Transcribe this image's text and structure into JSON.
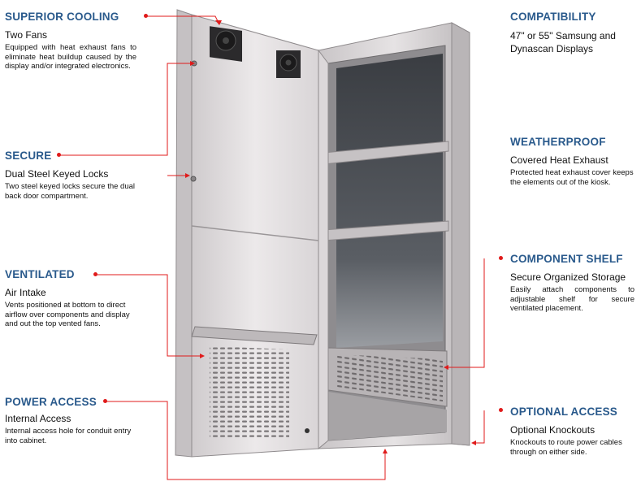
{
  "features": {
    "cooling": {
      "title": "SUPERIOR COOLING",
      "subtitle": "Two Fans",
      "description": "Equipped with heat exhaust fans to eliminate heat buildup caused by the display and/or integrated electronics."
    },
    "secure": {
      "title": "SECURE",
      "subtitle": "Dual Steel Keyed Locks",
      "description": "Two steel keyed locks secure the dual back door compartment."
    },
    "ventilated": {
      "title": "VENTILATED",
      "subtitle": "Air Intake",
      "description": "Vents positioned at bottom to direct airflow over components and display and out the top vented fans."
    },
    "power": {
      "title": "POWER ACCESS",
      "subtitle": "Internal Access",
      "description": "Internal access hole for conduit entry into cabinet."
    },
    "compat": {
      "title": "COMPATIBILITY",
      "subtitle": "47\" or 55\" Samsung and Dynascan Displays",
      "description": ""
    },
    "weather": {
      "title": "WEATHERPROOF",
      "subtitle": "Covered Heat Exhaust",
      "description": "Protected heat exhaust cover keeps the elements out of the kiosk."
    },
    "shelf": {
      "title": "COMPONENT SHELF",
      "subtitle": "Secure Organized Storage",
      "description": "Easily attach components to adjustable shelf for secure ventilated placement."
    },
    "optional": {
      "title": "OPTIONAL ACCESS",
      "subtitle": "Optional Knockouts",
      "description": "Knockouts to route power cables through on either side."
    }
  },
  "colors": {
    "title_blue": "#2a5a8c",
    "callout_red": "#e01b1b",
    "panel_steel": "#d8d4d6"
  },
  "icons": [
    "fan-icon",
    "lock-icon",
    "vent-grille-icon",
    "callout-arrow-icon"
  ]
}
